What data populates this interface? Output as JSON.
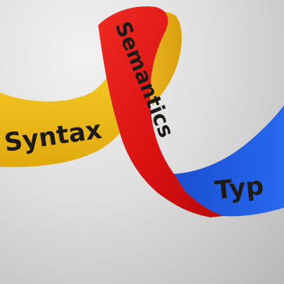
{
  "ribbons": [
    {
      "id": "syntax",
      "label": "Syntax",
      "color": "#f5c21a"
    },
    {
      "id": "semantics",
      "label": "Semantics",
      "color": "#e01414"
    },
    {
      "id": "types",
      "label": "Typ",
      "color": "#1f5fe0"
    }
  ]
}
